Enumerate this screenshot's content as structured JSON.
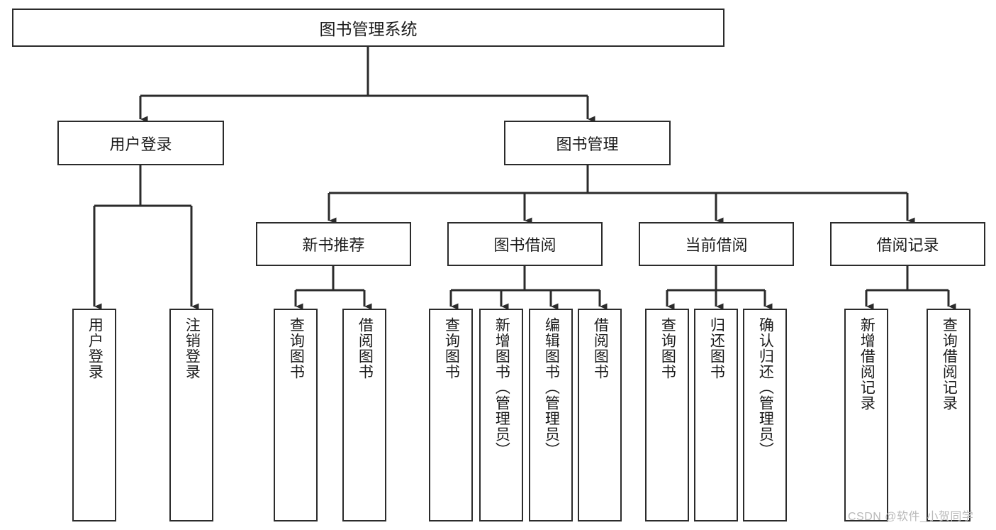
{
  "diagram": {
    "type": "tree-hierarchy",
    "title": "图书管理系统",
    "watermark": "CSDN @软件_小贺同学",
    "colors": {
      "stroke": "#2b2b2b",
      "fill": "#ffffff",
      "text": "#1b1b1b",
      "watermark": "#b9b9b9"
    },
    "levels": {
      "root": {
        "label": "图书管理系统"
      },
      "level2": [
        {
          "label": "用户登录"
        },
        {
          "label": "图书管理"
        }
      ],
      "level3": [
        {
          "label": "新书推荐"
        },
        {
          "label": "图书借阅"
        },
        {
          "label": "当前借阅"
        },
        {
          "label": "借阅记录"
        }
      ],
      "leaves": [
        {
          "label": "用户登录",
          "parent": "用户登录"
        },
        {
          "label": "注销登录",
          "parent": "用户登录"
        },
        {
          "label": "查询图书",
          "parent": "新书推荐"
        },
        {
          "label": "借阅图书",
          "parent": "新书推荐"
        },
        {
          "label": "查询图书",
          "parent": "图书借阅"
        },
        {
          "label": "新增图书（管理员）",
          "parent": "图书借阅"
        },
        {
          "label": "编辑图书（管理员）",
          "parent": "图书借阅"
        },
        {
          "label": "借阅图书",
          "parent": "图书借阅"
        },
        {
          "label": "查询图书",
          "parent": "当前借阅"
        },
        {
          "label": "归还图书",
          "parent": "当前借阅"
        },
        {
          "label": "确认归还（管理员）",
          "parent": "当前借阅"
        },
        {
          "label": "新增借阅记录",
          "parent": "借阅记录"
        },
        {
          "label": "查询借阅记录",
          "parent": "借阅记录"
        }
      ]
    }
  }
}
